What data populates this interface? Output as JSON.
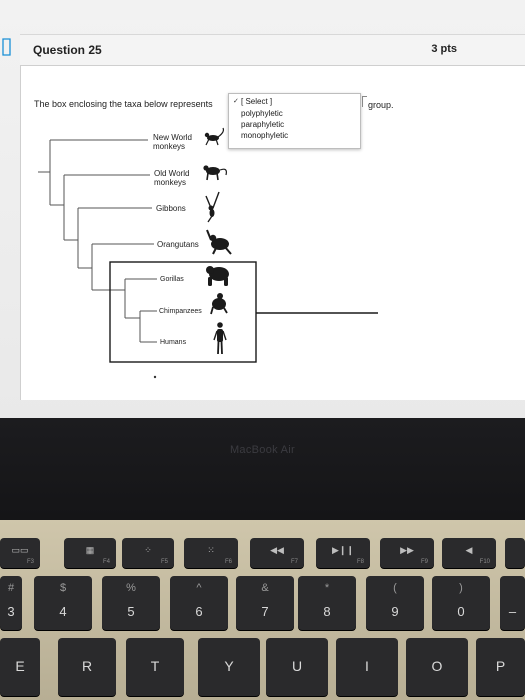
{
  "question": {
    "title": "Question 25",
    "points": "3 pts",
    "prompt": "The box enclosing the taxa below represents",
    "suffix": "group.",
    "dropdown": {
      "selected": "[ Select ]",
      "options": [
        "polyphyletic",
        "paraphyletic",
        "monophyletic"
      ]
    }
  },
  "tree": {
    "taxa": [
      {
        "label": "New World monkeys",
        "icon": "new-world-monkey-silhouette"
      },
      {
        "label": "Old World monkeys",
        "icon": "old-world-monkey-silhouette"
      },
      {
        "label": "Gibbons",
        "icon": "gibbon-silhouette"
      },
      {
        "label": "Orangutans",
        "icon": "orangutan-silhouette"
      },
      {
        "label": "Gorillas",
        "icon": "gorilla-silhouette"
      },
      {
        "label": "Chimpanzees",
        "icon": "chimpanzee-silhouette"
      },
      {
        "label": "Humans",
        "icon": "human-silhouette"
      }
    ]
  },
  "bezel": {
    "brand": "MacBook Air"
  },
  "keyboard": {
    "function_row": [
      {
        "icon": "mission-control-icon",
        "glyph": "▭▭",
        "sub": "F3"
      },
      {
        "icon": "launchpad-icon",
        "glyph": "▦",
        "sub": "F4"
      },
      {
        "icon": "keyboard-brightness-down-icon",
        "glyph": "⁘",
        "sub": "F5"
      },
      {
        "icon": "keyboard-brightness-up-icon",
        "glyph": "⁙",
        "sub": "F6"
      },
      {
        "icon": "rewind-icon",
        "glyph": "◀◀",
        "sub": "F7"
      },
      {
        "icon": "play-pause-icon",
        "glyph": "▶❙❙",
        "sub": "F8"
      },
      {
        "icon": "fast-forward-icon",
        "glyph": "▶▶",
        "sub": "F9"
      },
      {
        "icon": "mute-icon",
        "glyph": "◀",
        "sub": "F10"
      }
    ],
    "number_row": [
      {
        "top": "#",
        "main": "3"
      },
      {
        "top": "$",
        "main": "4"
      },
      {
        "top": "%",
        "main": "5"
      },
      {
        "top": "^",
        "main": "6"
      },
      {
        "top": "&",
        "main": "7"
      },
      {
        "top": "*",
        "main": "8"
      },
      {
        "top": "(",
        "main": "9"
      },
      {
        "top": ")",
        "main": "0"
      },
      {
        "top": "",
        "main": "–"
      }
    ],
    "letter_row": [
      "E",
      "R",
      "T",
      "Y",
      "U",
      "I",
      "O",
      "P"
    ]
  },
  "colors": {
    "accent_box": "#1a1a1a",
    "key": "#2a2a2c",
    "keyboard_deck": "#c4bba1"
  }
}
